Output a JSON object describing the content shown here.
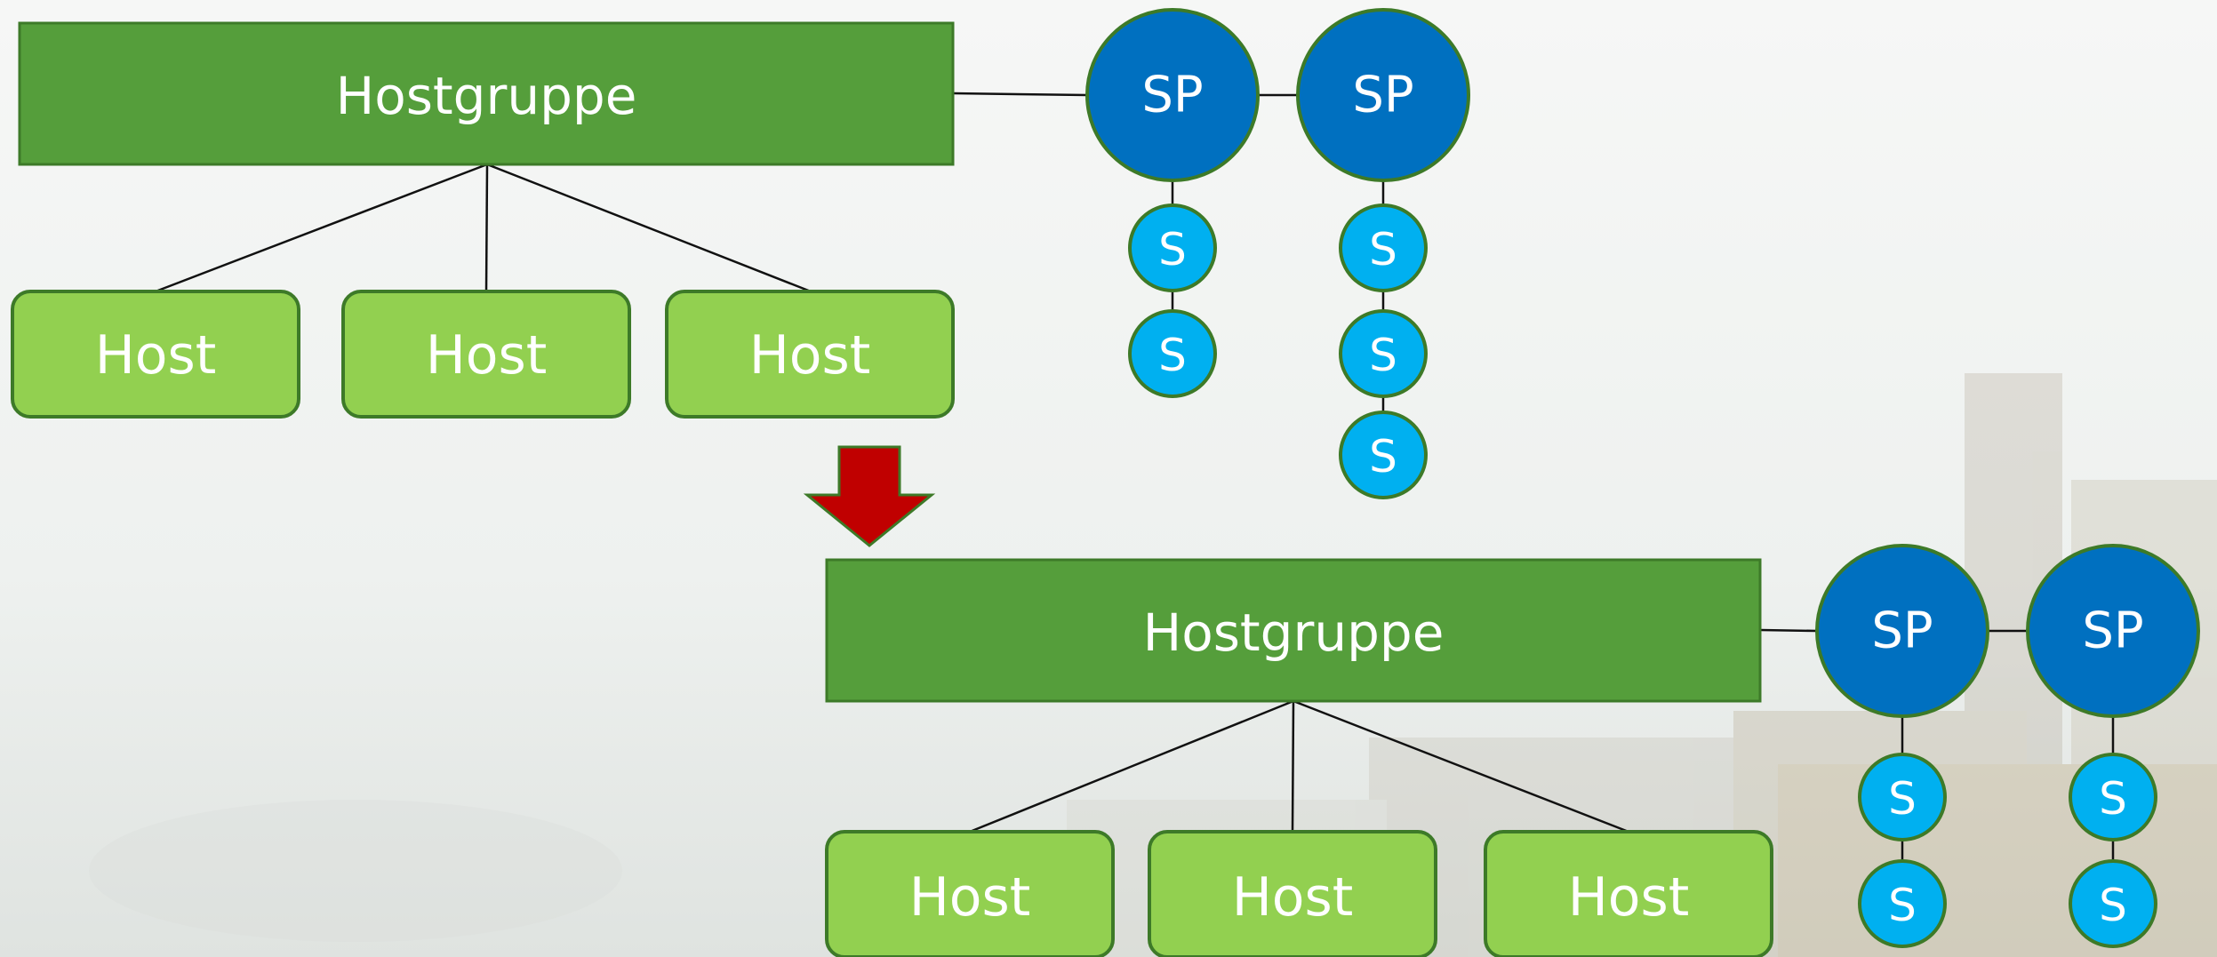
{
  "colors": {
    "hostgroup_fill": "#559e3b",
    "hostgroup_border": "#3d7a28",
    "host_fill": "#92d050",
    "host_border": "#3d7a28",
    "sp_fill": "#0070c0",
    "s_fill": "#00b0f0",
    "node_border": "#3d7a28",
    "arrow_fill": "#c00000"
  },
  "top": {
    "hostgroup": "Hostgruppe",
    "hosts": [
      "Host",
      "Host",
      "Host"
    ],
    "storage_pools": [
      {
        "label": "SP",
        "services": [
          "S",
          "S"
        ]
      },
      {
        "label": "SP",
        "services": [
          "S",
          "S",
          "S"
        ]
      }
    ]
  },
  "bottom": {
    "hostgroup": "Hostgruppe",
    "hosts": [
      "Host",
      "Host",
      "Host"
    ],
    "storage_pools": [
      {
        "label": "SP",
        "services": [
          "S",
          "S"
        ]
      },
      {
        "label": "SP",
        "services": [
          "S",
          "S"
        ]
      }
    ]
  },
  "arrow_icon": "down-arrow-icon"
}
